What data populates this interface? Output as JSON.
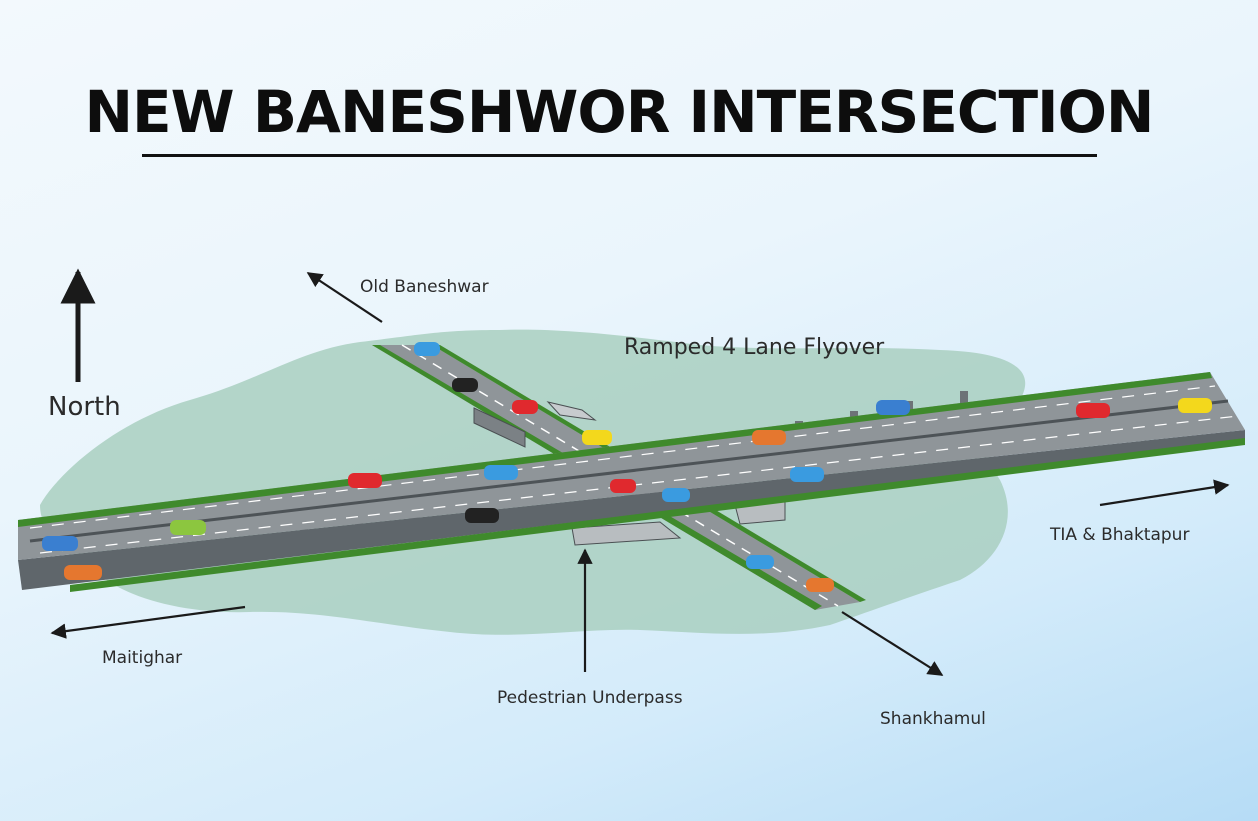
{
  "title": "NEW BANESHWOR INTERSECTION",
  "labels": {
    "north": "North",
    "old_baneshwar": "Old Baneshwar",
    "flyover": "Ramped 4 Lane Flyover",
    "tia_bhaktapur": "TIA & Bhaktapur",
    "maitighar": "Maitighar",
    "pedestrian_underpass": "Pedestrian Underpass",
    "shankhamul": "Shankhamul"
  },
  "colors": {
    "road": "#8f9599",
    "road_dark": "#5f666b",
    "verge": "#3f8a2c",
    "ground": "#a9cfbf",
    "pillar": "#6d7377"
  },
  "cars": [
    {
      "color": "#3a9be0"
    },
    {
      "color": "#222222"
    },
    {
      "color": "#e0292e"
    },
    {
      "color": "#f3d81c"
    },
    {
      "color": "#e5772f"
    },
    {
      "color": "#3a7fd0"
    },
    {
      "color": "#e0292e"
    },
    {
      "color": "#f3d81c"
    },
    {
      "color": "#3a9be0"
    },
    {
      "color": "#e0292e"
    },
    {
      "color": "#3a9be0"
    },
    {
      "color": "#222222"
    },
    {
      "color": "#e0292e"
    },
    {
      "color": "#3a9be0"
    },
    {
      "color": "#3a9be0"
    },
    {
      "color": "#8cc63f"
    },
    {
      "color": "#3a7fd0"
    },
    {
      "color": "#e5772f"
    },
    {
      "color": "#3a7fd0"
    },
    {
      "color": "#e5772f"
    }
  ]
}
